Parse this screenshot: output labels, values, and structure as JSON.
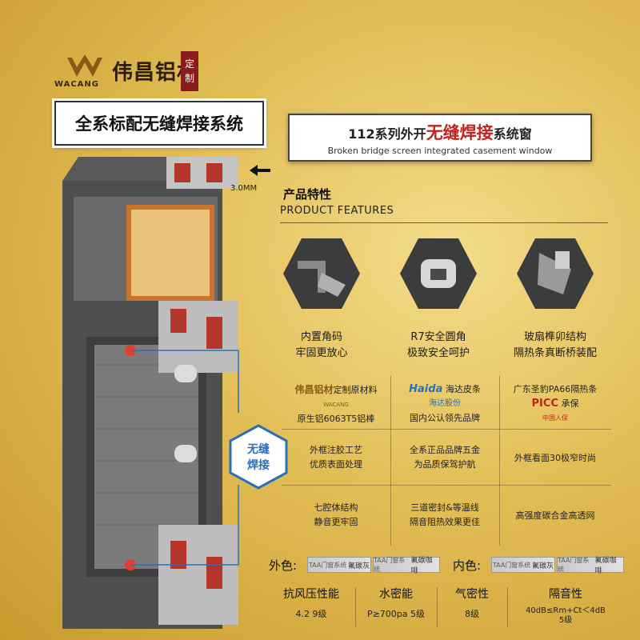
{
  "logo": {
    "name": "伟昌铝材",
    "brand": "WACANG",
    "stamp": [
      "定",
      "制"
    ]
  },
  "left_title": "全系标配无缝焊接系统",
  "right_title": {
    "prefix": "112系列外开",
    "highlight": "无缝焊接",
    "suffix": "系统窗",
    "subtitle": "Broken bridge screen integrated casement window"
  },
  "thickness_label": "3.0MM",
  "badge": {
    "line1": "无缝",
    "line2": "焊接"
  },
  "features": {
    "title_cn": "产品特性",
    "title_en": "PRODUCT FEATURES",
    "items": [
      {
        "line1": "内置角码",
        "line2": "牢固更放心"
      },
      {
        "line1": "R7安全圆角",
        "line2": "极致安全呵护"
      },
      {
        "line1": "玻扇榫卯结构",
        "line2": "隔热条真断桥装配"
      }
    ]
  },
  "grid": {
    "row1": [
      {
        "brand": "伟昌铝材",
        "brand_en": "WACANG",
        "text1": "定制原材料",
        "text2": "原生铝6063T5铝棒"
      },
      {
        "brand": "Haida",
        "brand_cn": "海达股份",
        "text1": "海达皮条",
        "text2": "国内公认领先品牌"
      },
      {
        "text1": "广东圣豹PA66隔热条",
        "brand": "PICC",
        "brand_cn": "中国人保",
        "text2": "承保"
      }
    ],
    "row2": [
      {
        "line1": "外框注胶工艺",
        "line2": "优质表面处理"
      },
      {
        "line1": "全系正品品牌五金",
        "line2": "为品质保驾护航"
      },
      {
        "line1": "外框看面30极窄时尚"
      }
    ],
    "row3": [
      {
        "line1": "七腔体结构",
        "line2": "静音更牢固"
      },
      {
        "line1": "三道密封&等温线",
        "line2": "隔音阻热效果更佳"
      },
      {
        "line1": "高强度碳合金高透网"
      }
    ]
  },
  "colors": {
    "outer_label": "外色:",
    "inner_label": "内色:",
    "swatches": [
      {
        "tag": "TAA门窗系统",
        "name": "氟碳灰"
      },
      {
        "tag": "TAA门窗系统",
        "name": "氟碳咖啡"
      }
    ]
  },
  "performance": [
    {
      "label": "抗风压性能",
      "value": "4.2   9级"
    },
    {
      "label": "水密能",
      "value": "P≥700pa  5级"
    },
    {
      "label": "气密性",
      "value": "8级"
    },
    {
      "label": "隔音性",
      "value": "40dB≤Rm+Ct＜4dB",
      "value2": "5级"
    }
  ],
  "accent_colors": {
    "red": "#c0241c",
    "blue": "#2a6fb8",
    "frame": "#4a4a4a"
  }
}
